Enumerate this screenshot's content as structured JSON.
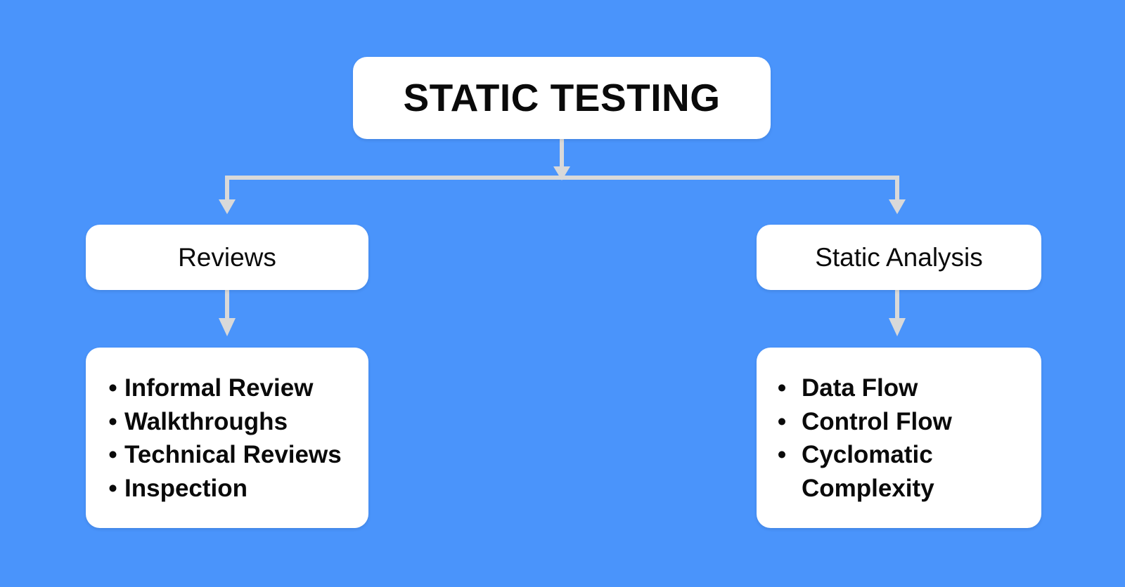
{
  "theme": {
    "background_color": "#4a94fb",
    "node_fill_color": "#ffffff",
    "text_color": "#0a0a0a",
    "connector_color": "#d9d9d9"
  },
  "diagram": {
    "type": "hierarchy-tree",
    "root": {
      "label": "STATIC TESTING"
    },
    "branches": [
      {
        "label": "Reviews",
        "items": [
          "Informal Review",
          "Walkthroughs",
          "Technical Reviews",
          "Inspection"
        ]
      },
      {
        "label": "Static Analysis",
        "items": [
          "Data Flow",
          "Control Flow",
          "Cyclomatic Complexity"
        ]
      }
    ],
    "bullet_glyph": "•"
  }
}
